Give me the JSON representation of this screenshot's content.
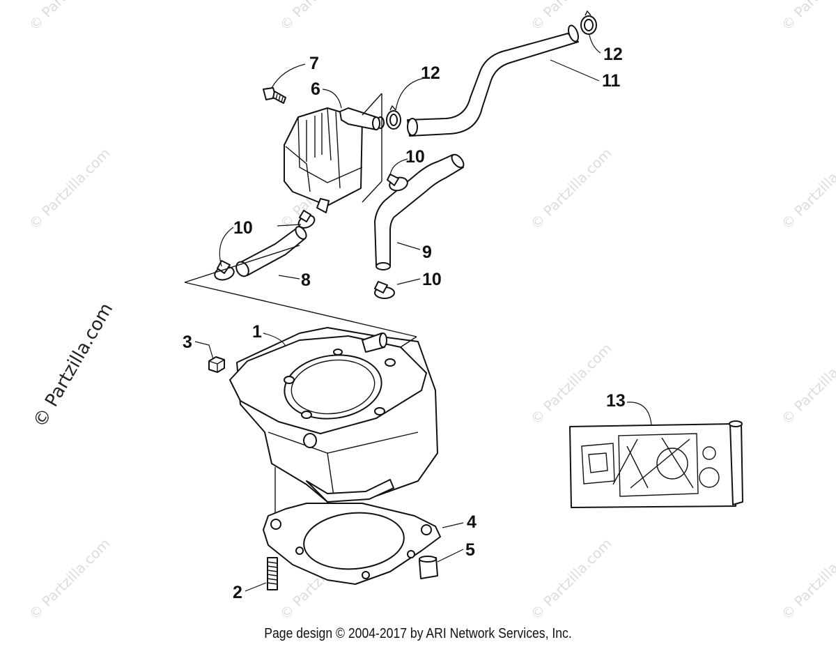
{
  "watermark": {
    "text": "© Partzilla.com",
    "vertical_text": "© Partzilla.com"
  },
  "callouts": {
    "c1": "1",
    "c2": "2",
    "c3": "3",
    "c4": "4",
    "c5": "5",
    "c6": "6",
    "c7": "7",
    "c8": "8",
    "c9": "9",
    "c10a": "10",
    "c10b": "10",
    "c10c": "10",
    "c11": "11",
    "c12a": "12",
    "c12b": "12",
    "c13": "13"
  },
  "footer": {
    "text": "Page design © 2004-2017 by ARI Network Services, Inc."
  },
  "colors": {
    "line": "#111111",
    "watermark": "#dcdcdc",
    "background": "#ffffff"
  }
}
